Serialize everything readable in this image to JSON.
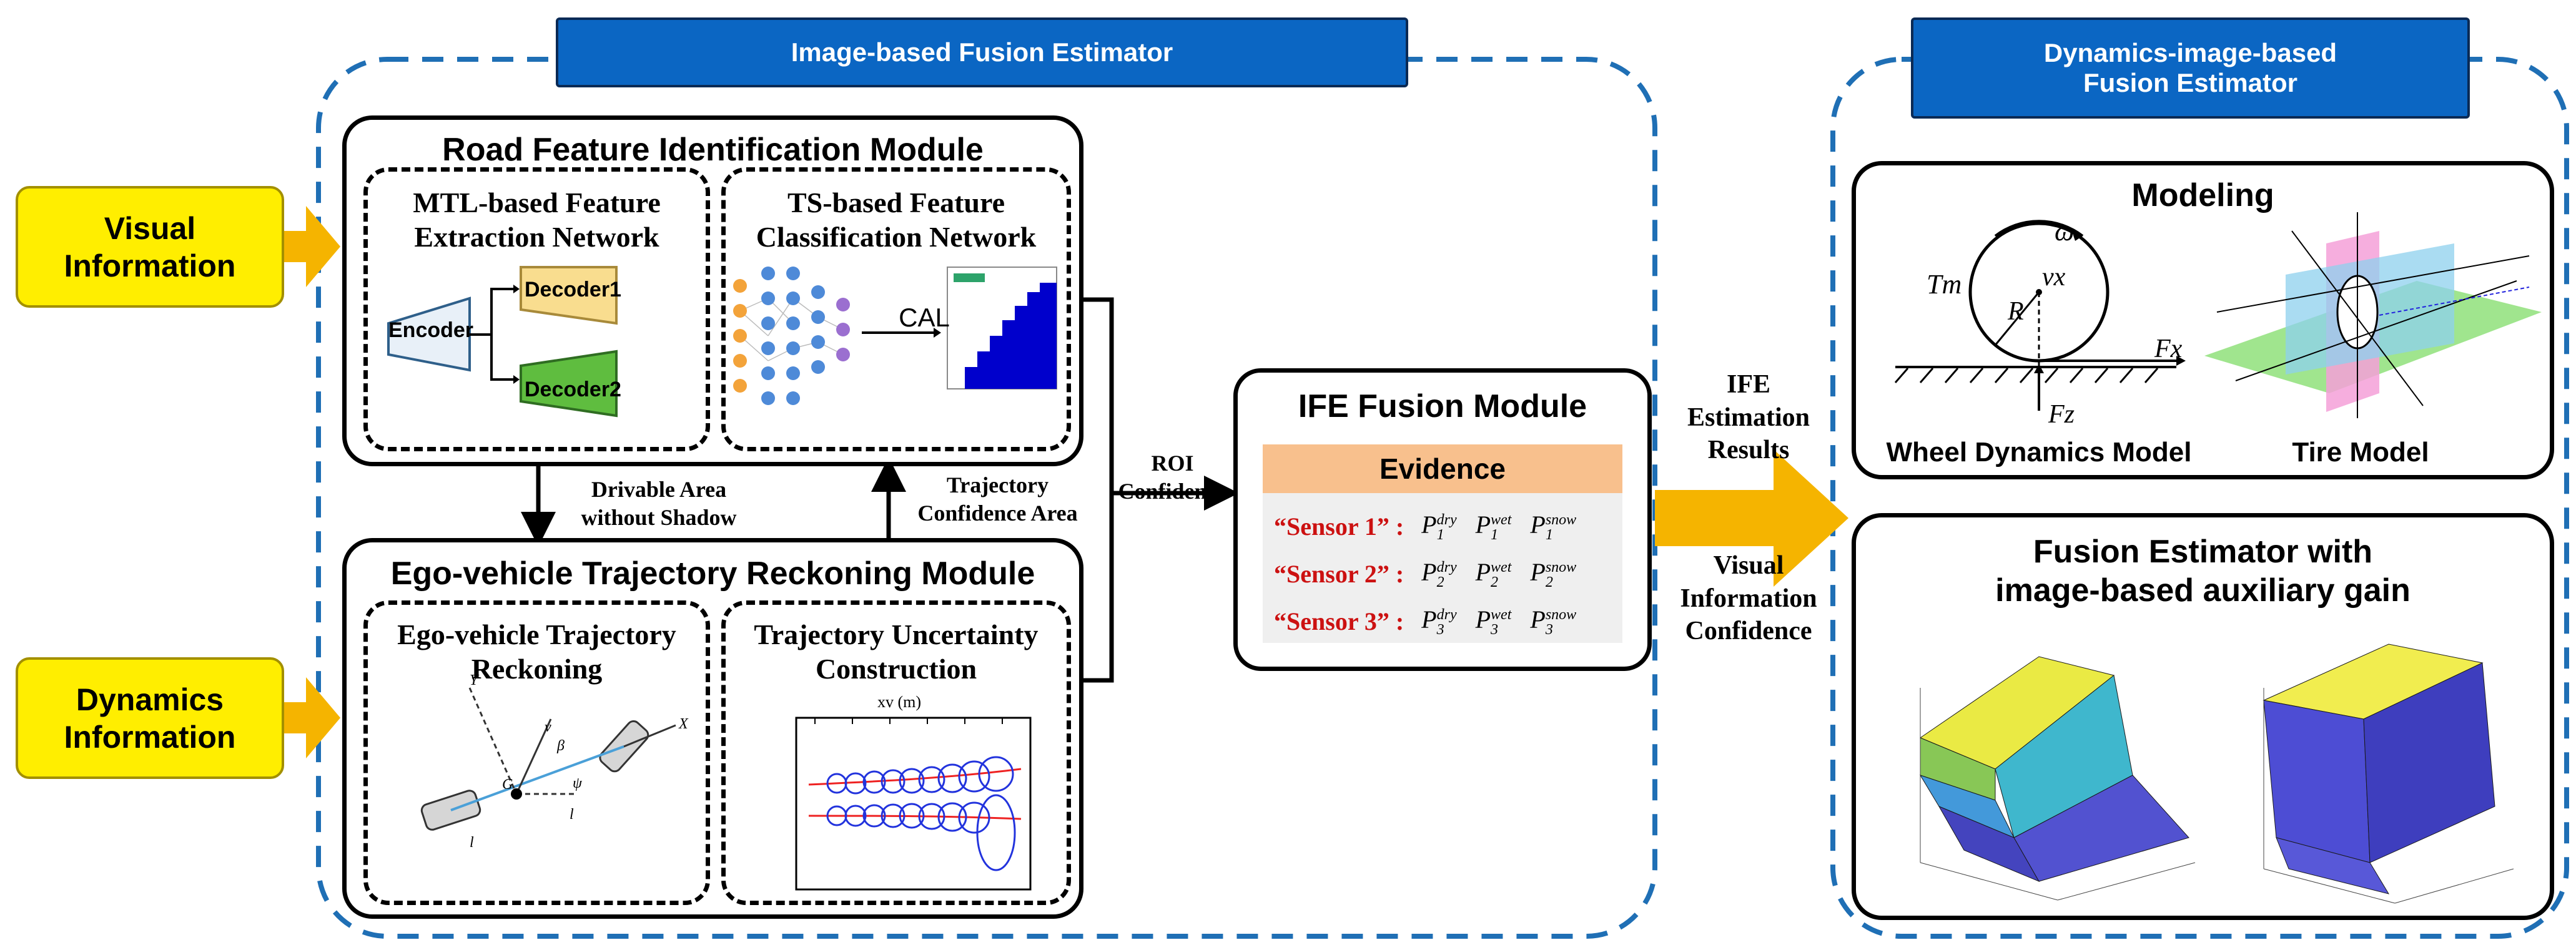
{
  "left_panel": {
    "title": "Image-based Fusion Estimator"
  },
  "right_panel": {
    "title_line1": "Dynamics-image-based",
    "title_line2": "Fusion Estimator"
  },
  "inputs": {
    "visual": "Visual Information",
    "dynamics": "Dynamics Information"
  },
  "road_module": {
    "title": "Road Feature Identification Module",
    "mtl_title_line1": "MTL-based Feature",
    "mtl_title_line2": "Extraction Network",
    "encoder": "Encoder",
    "decoder1": "Decoder1",
    "decoder2": "Decoder2",
    "ts_title_line1": "TS-based Feature",
    "ts_title_line2": "Classification Network",
    "cal": "CAL"
  },
  "links": {
    "drivable_line1": "Drivable Area",
    "drivable_line2": "without Shadow",
    "trajectory_line1": "Trajectory",
    "trajectory_line2": "Confidence Area",
    "roi_line1": "ROI",
    "roi_line2": "Confidence",
    "ife_results_line1": "IFE",
    "ife_results_line2": "Estimation",
    "ife_results_line3": "Results",
    "visual_conf_line1": "Visual",
    "visual_conf_line2": "Information",
    "visual_conf_line3": "Confidence"
  },
  "ego_module": {
    "title": "Ego-vehicle Trajectory Reckoning Module",
    "reck_title_line1": "Ego-vehicle Trajectory",
    "reck_title_line2": "Reckoning",
    "unc_title_line1": "Trajectory Uncertainty",
    "unc_title_line2": "Construction",
    "axis_label": "xv (m)"
  },
  "ife_module": {
    "title": "IFE Fusion Module",
    "evidence": "Evidence",
    "sensors": [
      {
        "label": "“Sensor 1” :",
        "index": "1"
      },
      {
        "label": "“Sensor 2” :",
        "index": "2"
      },
      {
        "label": "“Sensor 3” :",
        "index": "3"
      }
    ],
    "states": [
      "dry",
      "wet",
      "snow"
    ]
  },
  "modeling": {
    "title": "Modeling",
    "wheel_caption": "Wheel Dynamics Model",
    "tire_caption": "Tire Model",
    "omega": "ω",
    "tm": "Tm",
    "vx": "vx",
    "r": "R",
    "fx": "Fx",
    "fz": "Fz"
  },
  "fusion_estimator": {
    "title_line1": "Fusion Estimator with",
    "title_line2": "image-based auxiliary gain"
  },
  "colors": {
    "tab_blue": "#0b66c3",
    "dashed_blue": "#1f6fb5",
    "arrow_orange": "#f5b400",
    "input_yellow": "#ffee00",
    "evidence_orange": "#f8c08d",
    "sensor_red": "#cc1111"
  }
}
